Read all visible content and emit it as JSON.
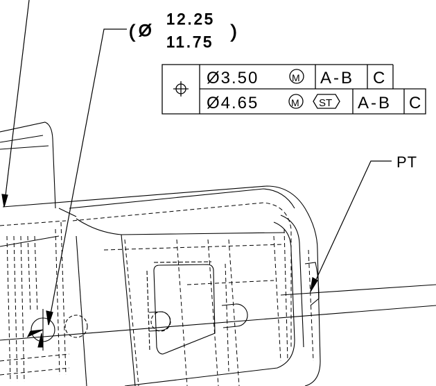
{
  "dimension": {
    "symbol": "Ø",
    "upper_limit": "12.25",
    "lower_limit": "11.75"
  },
  "feature_control_frame": {
    "characteristic_icon": "position-icon",
    "rows": [
      {
        "tolerance": "Ø3.50",
        "modifier": "M",
        "datum_1": "A-B",
        "datum_2": "C"
      },
      {
        "tolerance": "Ø4.65",
        "modifier": "M",
        "statistical": "ST",
        "datum_1": "A-B",
        "datum_2": "C"
      }
    ]
  },
  "callout": {
    "label": "PT"
  },
  "colors": {
    "line": "#000000",
    "background": "#ffffff"
  }
}
